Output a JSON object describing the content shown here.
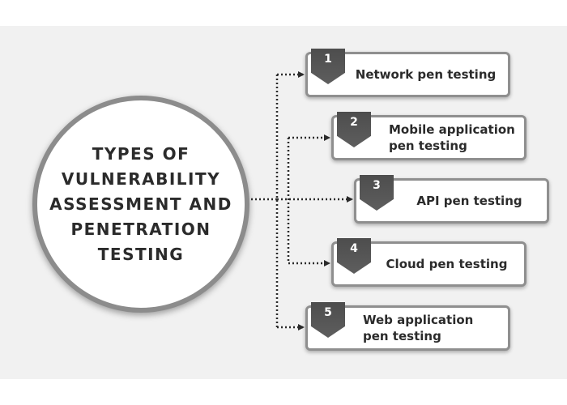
{
  "hub": {
    "title_lines": [
      "TYPES OF",
      "VULNERABILITY",
      "ASSESSMENT AND",
      "PENETRATION",
      "TESTING"
    ]
  },
  "items": [
    {
      "number": "1",
      "label_lines": [
        "Network pen testing"
      ]
    },
    {
      "number": "2",
      "label_lines": [
        "Mobile application",
        "pen testing"
      ]
    },
    {
      "number": "3",
      "label_lines": [
        "API pen testing"
      ]
    },
    {
      "number": "4",
      "label_lines": [
        "Cloud pen testing"
      ]
    },
    {
      "number": "5",
      "label_lines": [
        "Web application",
        "pen testing"
      ]
    }
  ],
  "colors": {
    "badge": "#555555",
    "box_border": "#8f8f8f",
    "hub_border": "#8c8c8c",
    "text": "#2b2b2b",
    "connector": "#2b2b2b"
  }
}
